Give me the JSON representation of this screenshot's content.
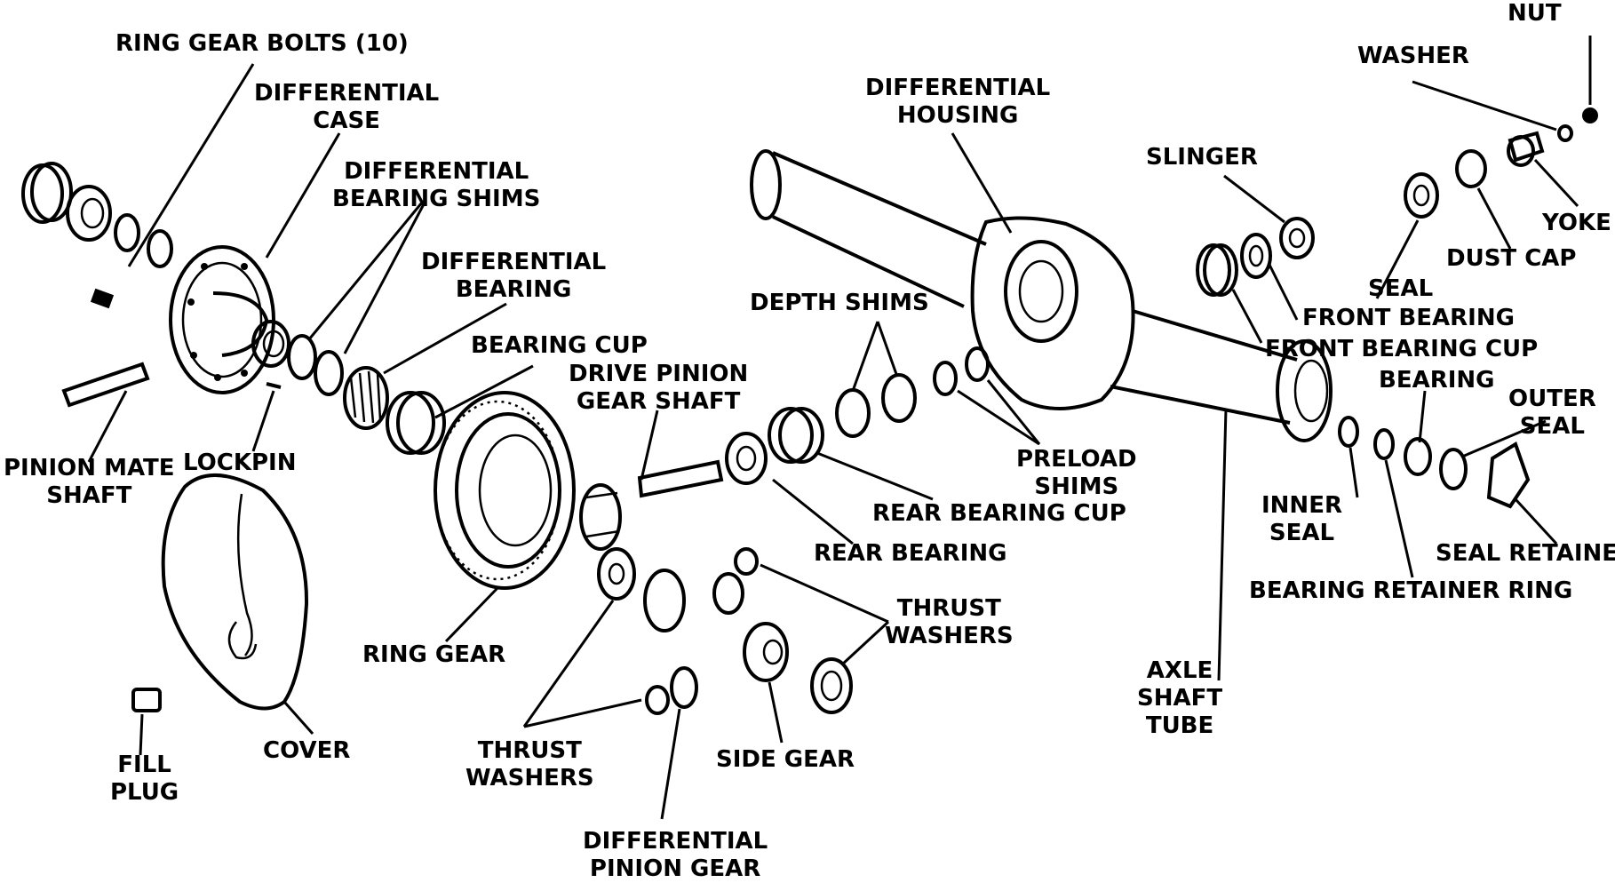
{
  "labels": {
    "ring_gear_bolts": [
      "RING GEAR BOLTS (10)"
    ],
    "differential_case": [
      "DIFFERENTIAL",
      "CASE"
    ],
    "differential_bearing_shims": [
      "DIFFERENTIAL",
      "BEARING SHIMS"
    ],
    "differential_bearing": [
      "DIFFERENTIAL",
      "BEARING"
    ],
    "bearing_cup": [
      "BEARING CUP"
    ],
    "drive_pinion_gear_shaft": [
      "DRIVE PINION",
      "GEAR SHAFT"
    ],
    "pinion_mate_shaft": [
      "PINION MATE",
      "SHAFT"
    ],
    "lockpin": [
      "LOCKPIN"
    ],
    "fill_plug": [
      "FILL",
      "PLUG"
    ],
    "cover": [
      "COVER"
    ],
    "ring_gear": [
      "RING GEAR"
    ],
    "thrust_washers_left": [
      "THRUST",
      "WASHERS"
    ],
    "differential_pinion_gear": [
      "DIFFERENTIAL",
      "PINION GEAR"
    ],
    "side_gear": [
      "SIDE GEAR"
    ],
    "thrust_washers_right": [
      "THRUST",
      "WASHERS"
    ],
    "rear_bearing": [
      "REAR BEARING"
    ],
    "rear_bearing_cup": [
      "REAR BEARING CUP"
    ],
    "depth_shims": [
      "DEPTH SHIMS"
    ],
    "preload_shims": [
      "PRELOAD",
      "SHIMS"
    ],
    "differential_housing": [
      "DIFFERENTIAL",
      "HOUSING"
    ],
    "axle_shaft_tube": [
      "AXLE",
      "SHAFT",
      "TUBE"
    ],
    "slinger": [
      "SLINGER"
    ],
    "front_bearing": [
      "FRONT BEARING"
    ],
    "front_bearing_cup": [
      "FRONT BEARING CUP"
    ],
    "seal": [
      "SEAL"
    ],
    "dust_cap": [
      "DUST CAP"
    ],
    "yoke": [
      "YOKE"
    ],
    "washer": [
      "WASHER"
    ],
    "nut": [
      "NUT"
    ],
    "bearing": [
      "BEARING"
    ],
    "outer_seal": [
      "OUTER",
      "SEAL"
    ],
    "inner_seal": [
      "INNER",
      "SEAL"
    ],
    "seal_retainer": [
      "SEAL RETAINER"
    ],
    "bearing_retainer_ring": [
      "BEARING RETAINER RING"
    ]
  }
}
